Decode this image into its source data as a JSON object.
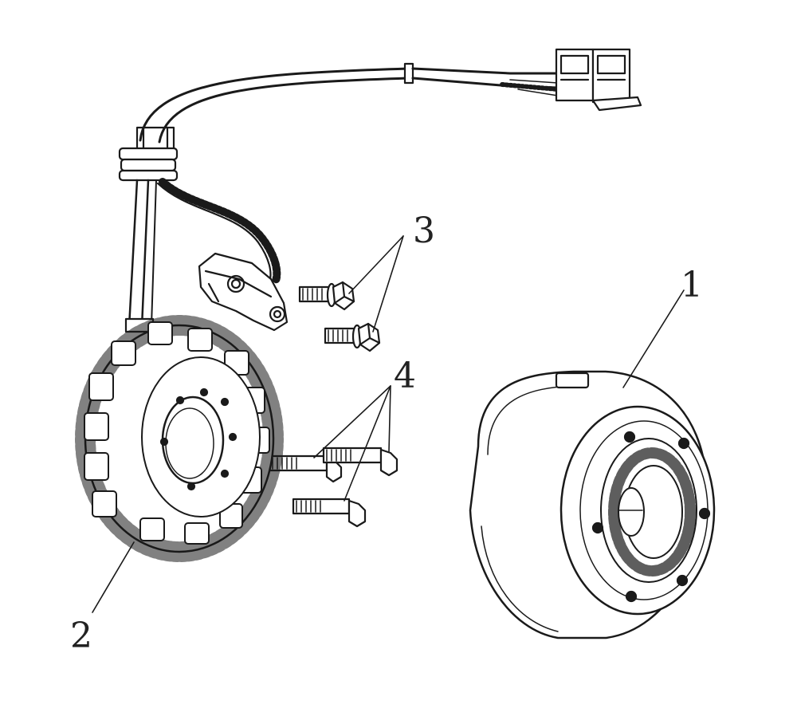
{
  "callouts": {
    "flywheel": "1",
    "stator": "2",
    "stator_bolts": "3",
    "flywheel_bolts": "4"
  },
  "colors": {
    "line": "#1a1a1a",
    "background": "#ffffff"
  }
}
